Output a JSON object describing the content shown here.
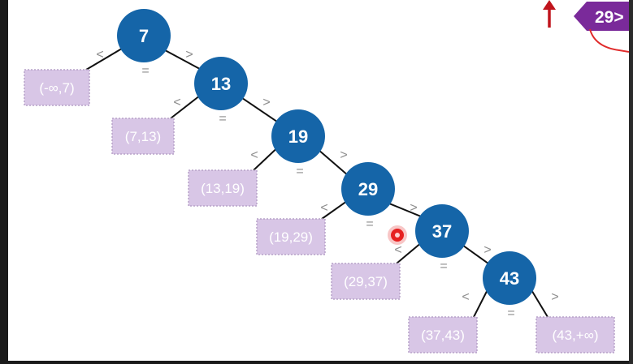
{
  "tree": {
    "nodes": [
      {
        "key": "7"
      },
      {
        "key": "13"
      },
      {
        "key": "19"
      },
      {
        "key": "29"
      },
      {
        "key": "37"
      },
      {
        "key": "43"
      }
    ],
    "leaves": [
      {
        "label": "(-∞,7)"
      },
      {
        "label": "(7,13)"
      },
      {
        "label": "(13,19)"
      },
      {
        "label": "(19,29)"
      },
      {
        "label": "(29,37)"
      },
      {
        "label": "(37,43)"
      },
      {
        "label": "(43,+∞)"
      }
    ],
    "symbols": {
      "less": "<",
      "greater": ">",
      "equal": "="
    }
  },
  "overlay": {
    "callout_label": "29>",
    "arrow_color": "#c0141c",
    "callout_color": "#7a2a9a",
    "pointer_color": "#e62020",
    "node_color": "#1565a8",
    "leaf_color": "#d8c6e6"
  }
}
